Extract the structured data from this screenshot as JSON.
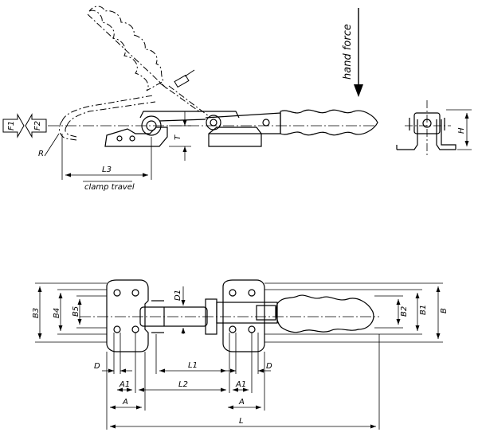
{
  "side_view": {
    "hand_force": "hand force",
    "force1": "F1",
    "force2": "F2",
    "radius": "R",
    "travel_dim": "L3",
    "travel_caption": "clamp travel",
    "height_T": "T"
  },
  "end_view": {
    "height": "H"
  },
  "top_view": {
    "B3": "B3",
    "B4": "B4",
    "B5": "B5",
    "D1": "D1",
    "B2": "B2",
    "B1": "B1",
    "B": "B",
    "D_left": "D",
    "D_right": "D",
    "L1": "L1",
    "A1_left": "A1",
    "A1_right": "A1",
    "L2": "L2",
    "A_left": "A",
    "A_right": "A",
    "L": "L"
  }
}
